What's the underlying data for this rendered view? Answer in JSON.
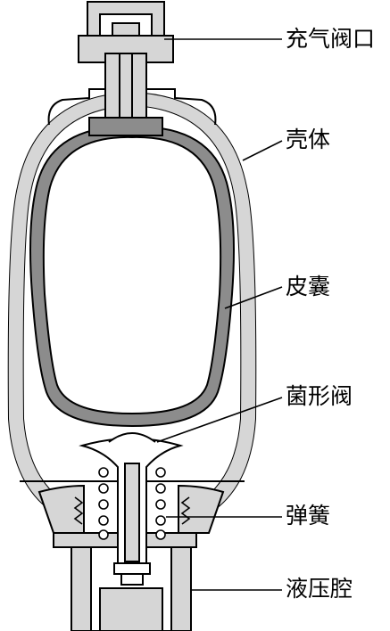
{
  "diagram": {
    "labels": {
      "charging_valve": "充气阀口",
      "shell": "壳体",
      "bladder": "皮囊",
      "poppet_valve": "菌形阀",
      "spring": "弹簧",
      "hydraulic_chamber": "液压腔"
    },
    "colors": {
      "line": "#000000",
      "wall_fill": "#d6d6d6",
      "bladder_fill": "#8c8c8c",
      "background": "#ffffff"
    }
  }
}
